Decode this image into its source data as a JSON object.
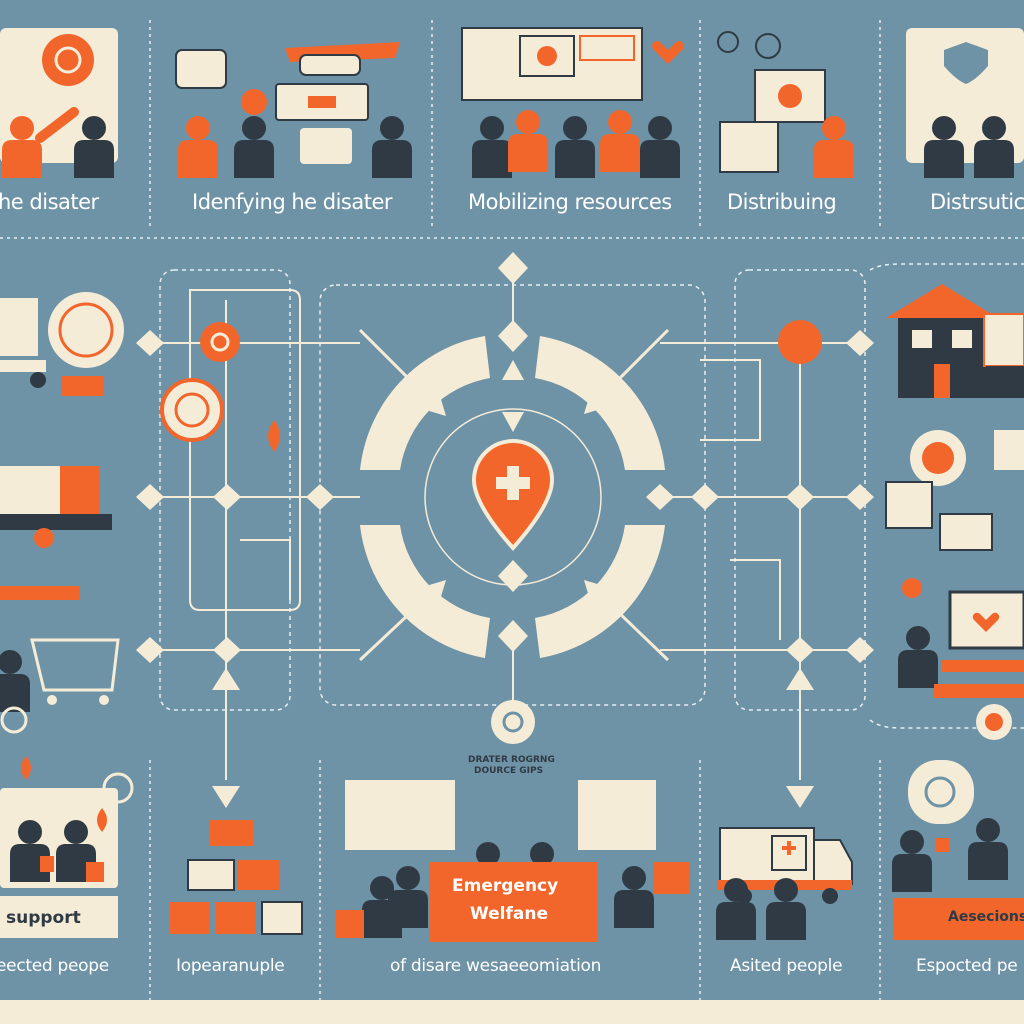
{
  "stages": {
    "s1": "he disater",
    "s2": "Idenfying he disater",
    "s3": "Mobilizing resources",
    "s4": "Distribuing",
    "s5": "Distrsutic"
  },
  "bottom": {
    "b1": "eected peope",
    "b2": "Iopearanuple",
    "b3": "of disare wesaeeomiation",
    "b4": "Asited people",
    "b5": "Espocted pe"
  },
  "banners": {
    "support": "support",
    "emergency_line1": "Emergency",
    "emergency_line2": "Welfane",
    "right": "Aesecions",
    "small_caption_line1": "DRATER ROGRNG",
    "small_caption_line2": "DOURCE GIPS"
  },
  "colors": {
    "background": "#6f93a6",
    "accent": "#f2662c",
    "cream": "#f5ecd8",
    "dark": "#2f3a44"
  }
}
